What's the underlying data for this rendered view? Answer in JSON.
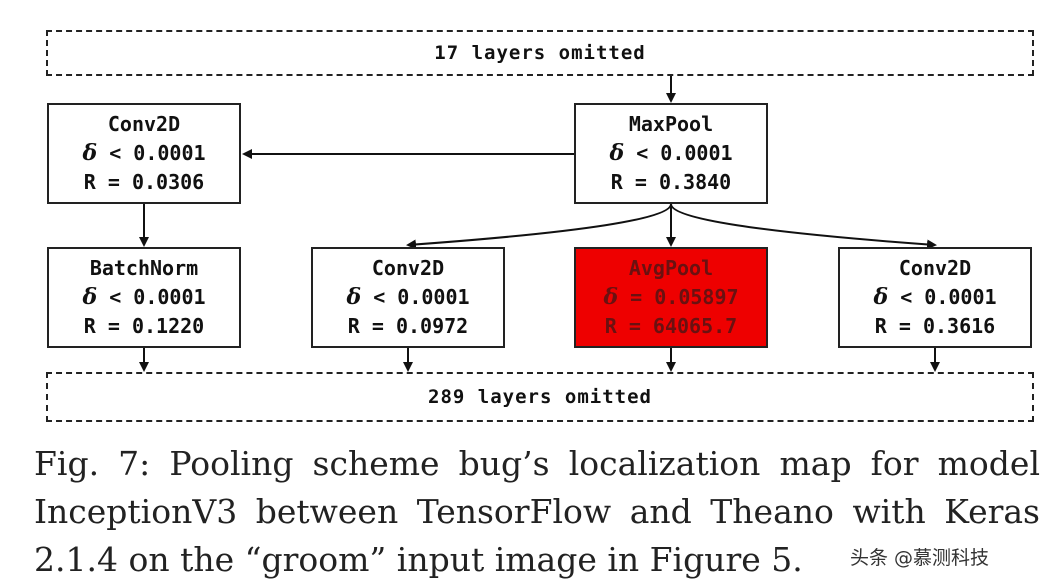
{
  "omitted_top": "17 layers omitted",
  "omitted_bottom": "289 layers omitted",
  "nodes": {
    "conv_left": {
      "name": "Conv2D",
      "delta": "δ",
      "delta_rest": " < 0.0001",
      "r": "R = 0.0306"
    },
    "maxpool": {
      "name": "MaxPool",
      "delta": "δ",
      "delta_rest": " < 0.0001",
      "r": "R = 0.3840"
    },
    "batchnorm": {
      "name": "BatchNorm",
      "delta": "δ",
      "delta_rest": " < 0.0001",
      "r": "R = 0.1220"
    },
    "conv_mid": {
      "name": "Conv2D",
      "delta": "δ",
      "delta_rest": " < 0.0001",
      "r": "R = 0.0972"
    },
    "avgpool": {
      "name": "AvgPool",
      "delta": "δ",
      "delta_rest": " = 0.05897",
      "r": "R = 64065.7"
    },
    "conv_right": {
      "name": "Conv2D",
      "delta": "δ",
      "delta_rest": " < 0.0001",
      "r": "R = 0.3616"
    }
  },
  "highlight_color": "#ee0000",
  "caption": "Fig. 7: Pooling scheme bug’s localization map for model InceptionV3 between TensorFlow and Theano with Keras 2.1.4 on the “groom” input image in Figure 5.",
  "watermark": "头条 @慕测科技"
}
